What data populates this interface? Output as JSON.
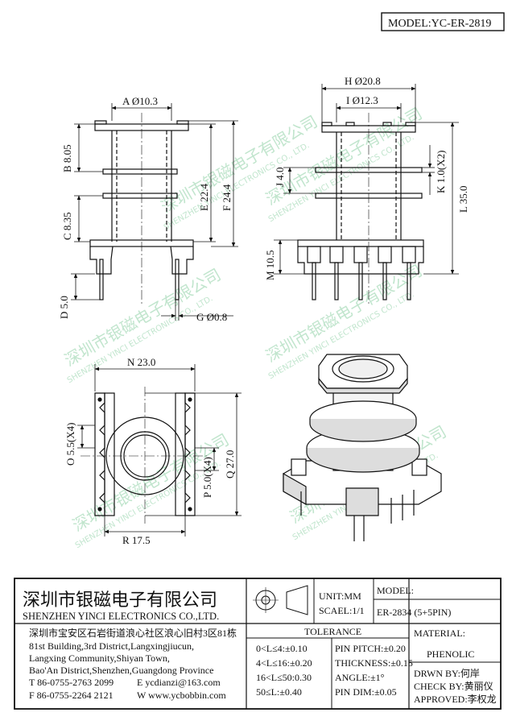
{
  "model_label": "MODEL:YC-ER-2819",
  "dims": {
    "A": "A Ø10.3",
    "B": "B 8.05",
    "C": "C 8.35",
    "D": "D 5.0",
    "E": "E 22.4",
    "F": "F 24.4",
    "G": "G Ø0.8",
    "H": "H Ø20.8",
    "I": "I Ø12.3",
    "J": "J 4.0",
    "K": "K 1.0(X2)",
    "L": "L 35.0",
    "M": "M 10.5",
    "N": "N 23.0",
    "O": "O 5.5(X4)",
    "P": "P 5.0(X4)",
    "Q": "Q 27.0",
    "R": "R 17.5"
  },
  "watermark": {
    "cn": "深圳市银磁电子有限公司",
    "en": "SHENZHEN YINCI ELECTRONICS CO., LTD."
  },
  "title_block": {
    "company_cn": "深圳市银磁电子有限公司",
    "company_en": "SHENZHEN YINCI ELECTRONICS CO.,LTD.",
    "address": [
      "深圳市宝安区石岩街道浪心社区浪心旧村3区81栋",
      "81st Building,3rd District,Langxingjiucun,",
      "Langxing Community,Shiyan Town,",
      "Bao'An District,Shenzhen,Guangdong Province"
    ],
    "tel": "T 86-0755-2763 2099",
    "email": "E ycdianzi@163.com",
    "fax": "F 86-0755-2264 2121",
    "web": "W www.ycbobbin.com",
    "unit": "UNIT:MM",
    "scale": "SCAEL:1/1",
    "model_hdr": "MODEL:",
    "model_val": "ER-2834 (5+5PIN)",
    "tolerance_hdr": "TOLERANCE",
    "tolerances": [
      "0<L≤4:±0.10",
      "4<L≤16:±0.20",
      "16<L≤50:0.30",
      "50≤L:±0.40"
    ],
    "pin_specs": [
      "PIN PITCH:±0.20",
      "THICKNESS:±0.15",
      "ANGLE:±1°",
      "PIN DIM:±0.05"
    ],
    "material_hdr": "MATERIAL:",
    "material_val": "PHENOLIC",
    "drawn": "DRWN BY:何岸",
    "check": "CHECK BY:黄丽仪",
    "approved": "APPROVED:李权龙"
  }
}
